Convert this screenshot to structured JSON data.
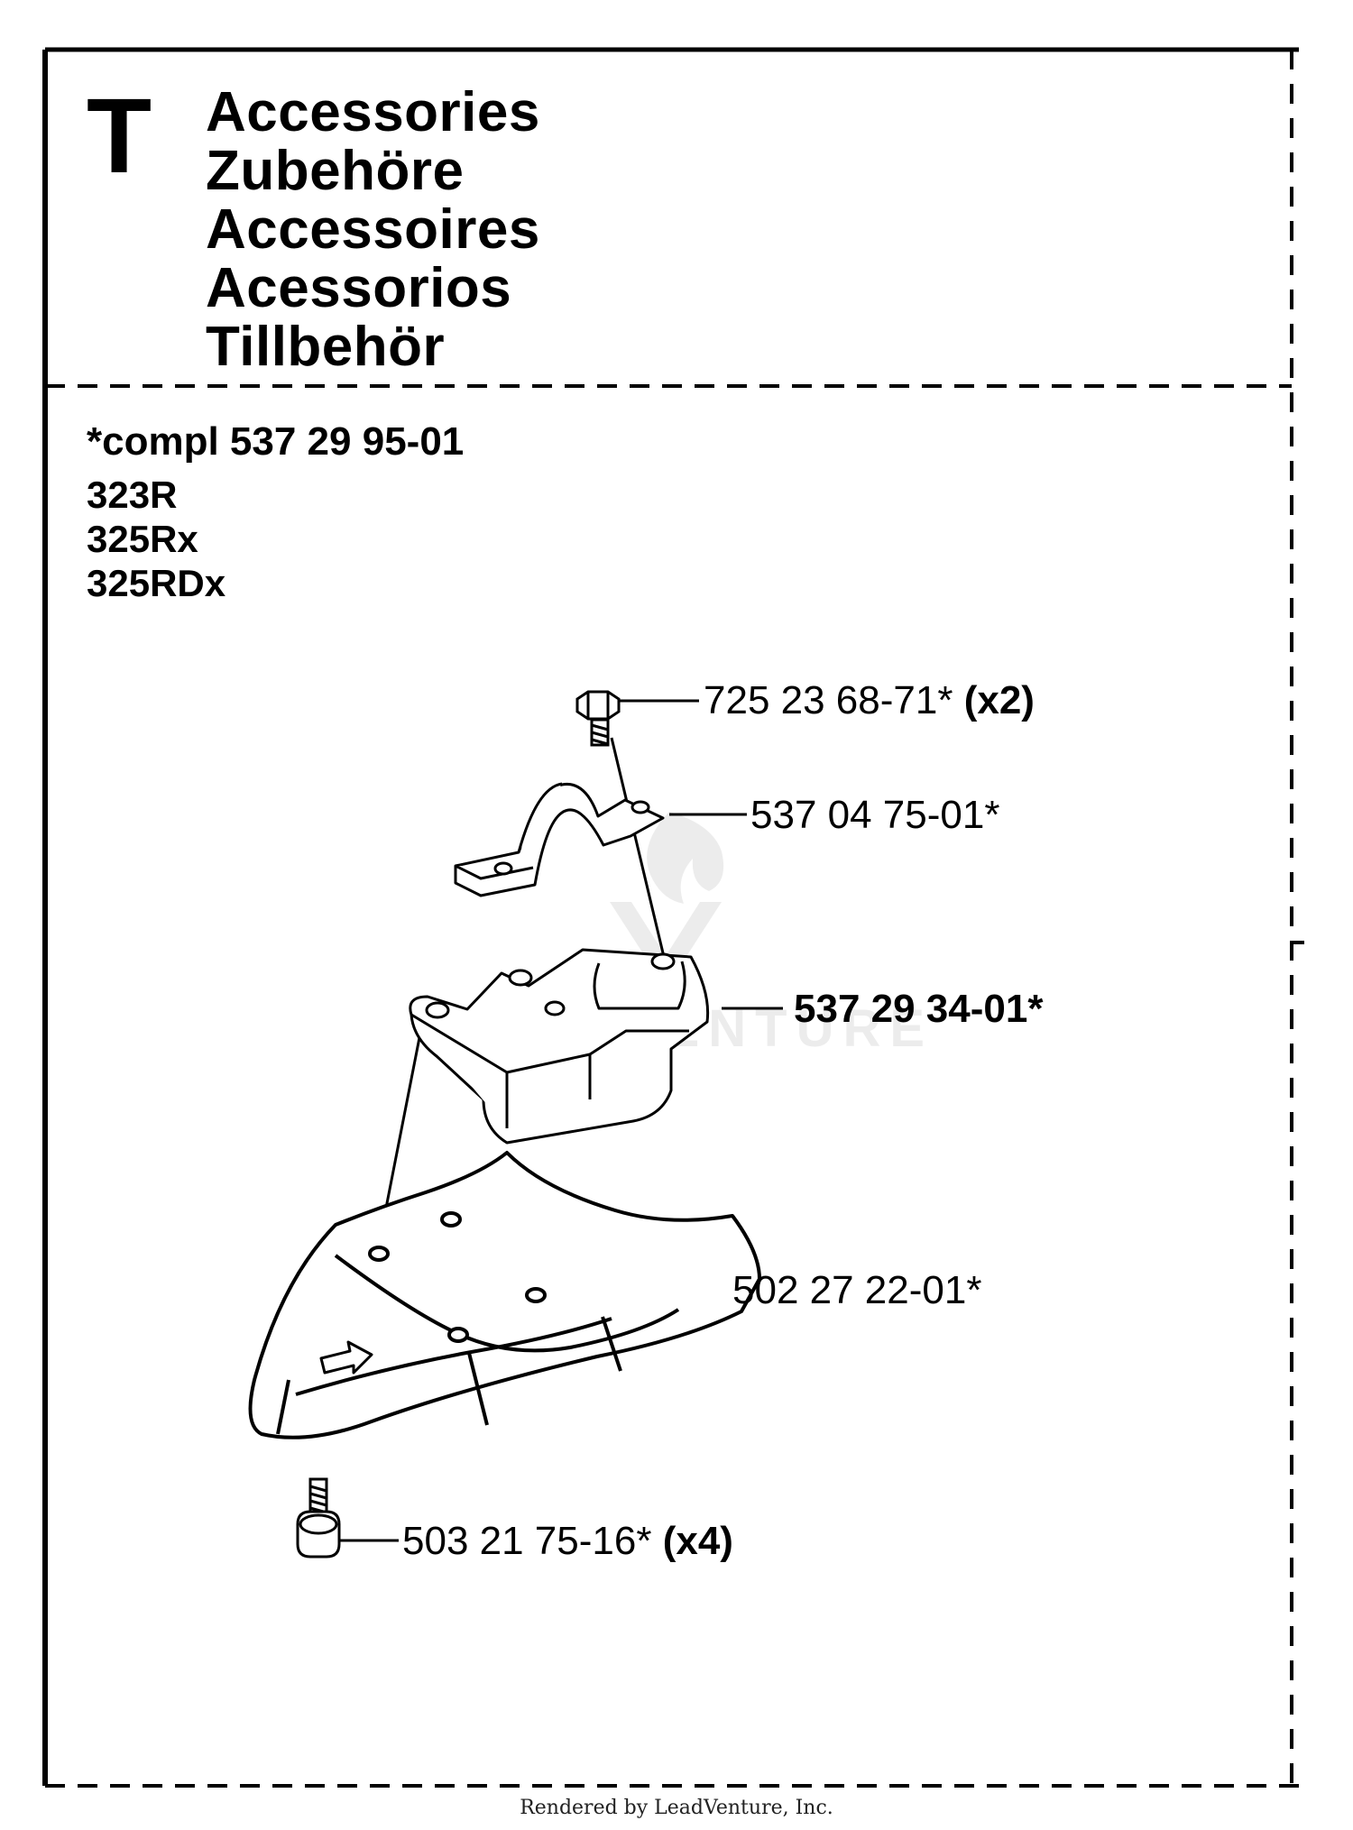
{
  "section": {
    "letter": "T",
    "titles": [
      "Accessories",
      "Zubehöre",
      "Accessoires",
      "Acessorios",
      "Tillbehör"
    ]
  },
  "kit": {
    "compl_label": "*compl 537 29 95-01",
    "models": [
      "323R",
      "325Rx",
      "325RDx"
    ]
  },
  "parts": [
    {
      "number": "725 23 68-71*",
      "qty": "(x2)",
      "name": "bolt-top"
    },
    {
      "number": "537 04 75-01*",
      "name": "clamp"
    },
    {
      "number": "537 29 34-01*",
      "name": "bracket"
    },
    {
      "number": "502 27 22-01*",
      "name": "guard"
    },
    {
      "number": "503 21 75-16*",
      "qty": "(x4)",
      "name": "screw-bottom"
    }
  ],
  "watermark": "LEADVENTURE",
  "footer": "Rendered by LeadVenture, Inc."
}
